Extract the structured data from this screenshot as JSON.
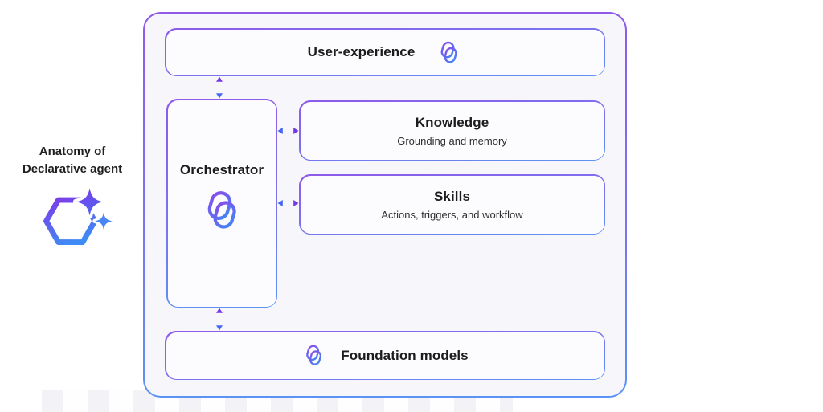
{
  "side": {
    "line1": "Anatomy of",
    "line2": "Declarative agent",
    "icon": "declarative-agent-icon"
  },
  "boxes": {
    "ux": {
      "title": "User-experience",
      "icon": "copilot-icon"
    },
    "orchestrator": {
      "title": "Orchestrator",
      "icon": "copilot-icon"
    },
    "knowledge": {
      "title": "Knowledge",
      "subtitle": "Grounding and memory"
    },
    "skills": {
      "title": "Skills",
      "subtitle": "Actions, triggers, and workflow"
    },
    "foundation": {
      "title": "Foundation models",
      "icon": "copilot-icon"
    }
  },
  "connections": [
    {
      "from": "user-experience",
      "to": "orchestrator",
      "type": "bidirectional"
    },
    {
      "from": "orchestrator",
      "to": "knowledge",
      "type": "bidirectional"
    },
    {
      "from": "orchestrator",
      "to": "skills",
      "type": "bidirectional"
    },
    {
      "from": "orchestrator",
      "to": "foundation-models",
      "type": "bidirectional"
    }
  ],
  "colors": {
    "border_purple": "#8e5ae9",
    "border_blue": "#5b93f4",
    "arrow_purple": "#7436e6",
    "arrow_blue": "#4668ef",
    "icon_purple": "#8a4be9",
    "icon_blue": "#3f87f6",
    "container_bg": "#f6f6fb",
    "box_bg": "#fcfcfe",
    "text_dark": "#1c1c1e",
    "text_sub": "#2e2e30",
    "page_bg": "#ffffff"
  }
}
